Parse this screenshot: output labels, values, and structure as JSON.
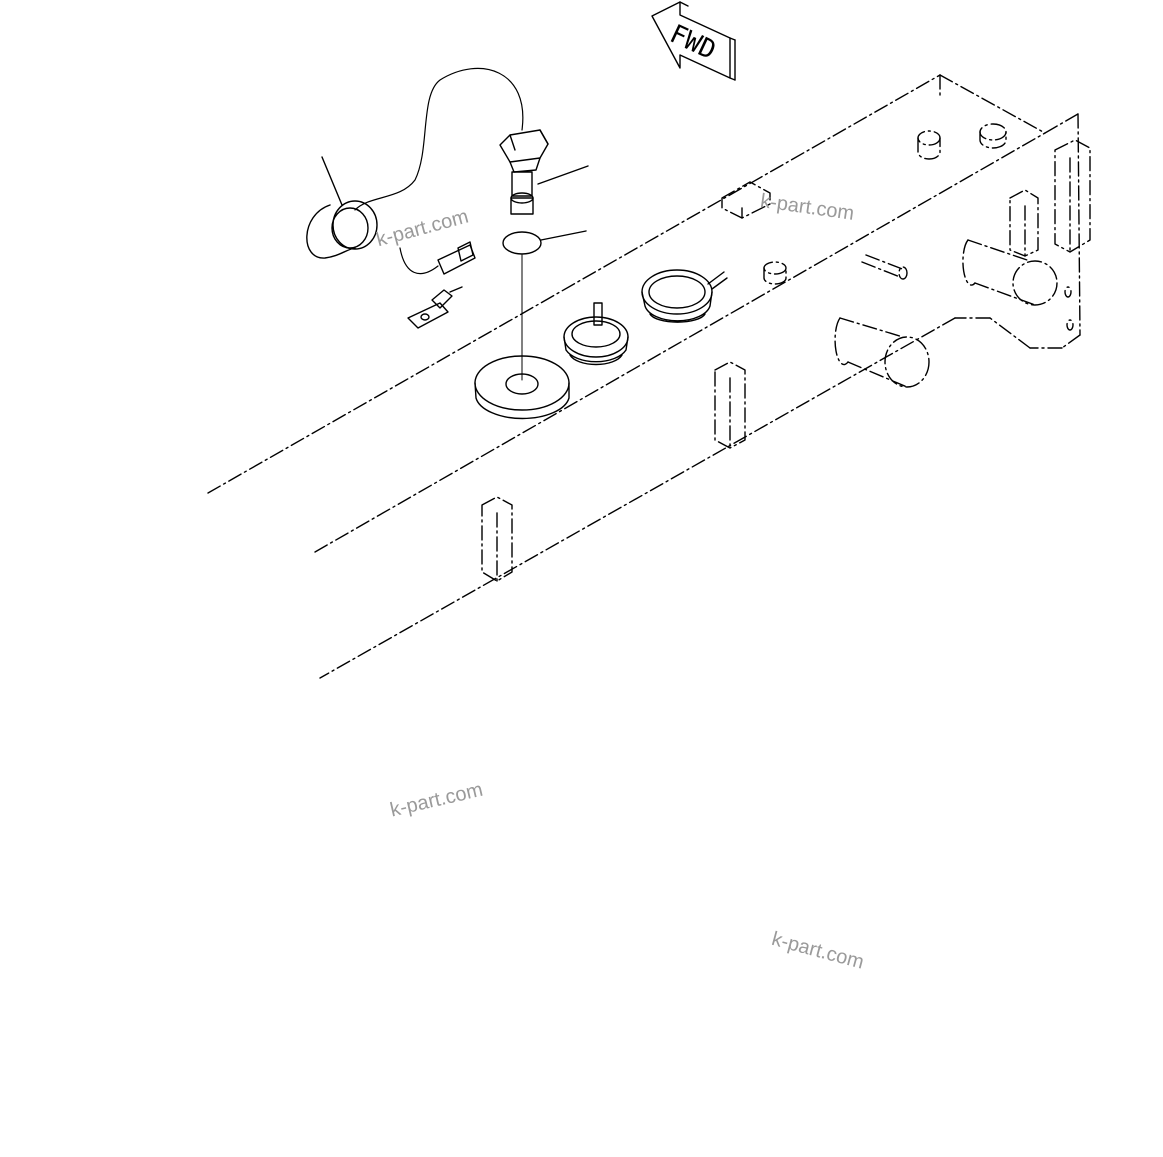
{
  "diagram": {
    "direction_marker": "FWD",
    "watermarks": [
      "k-part.com",
      "k-part.com",
      "k-part.com",
      "k-part.com"
    ],
    "line_color": "#000000",
    "watermark_color": "#9a9a9a"
  }
}
